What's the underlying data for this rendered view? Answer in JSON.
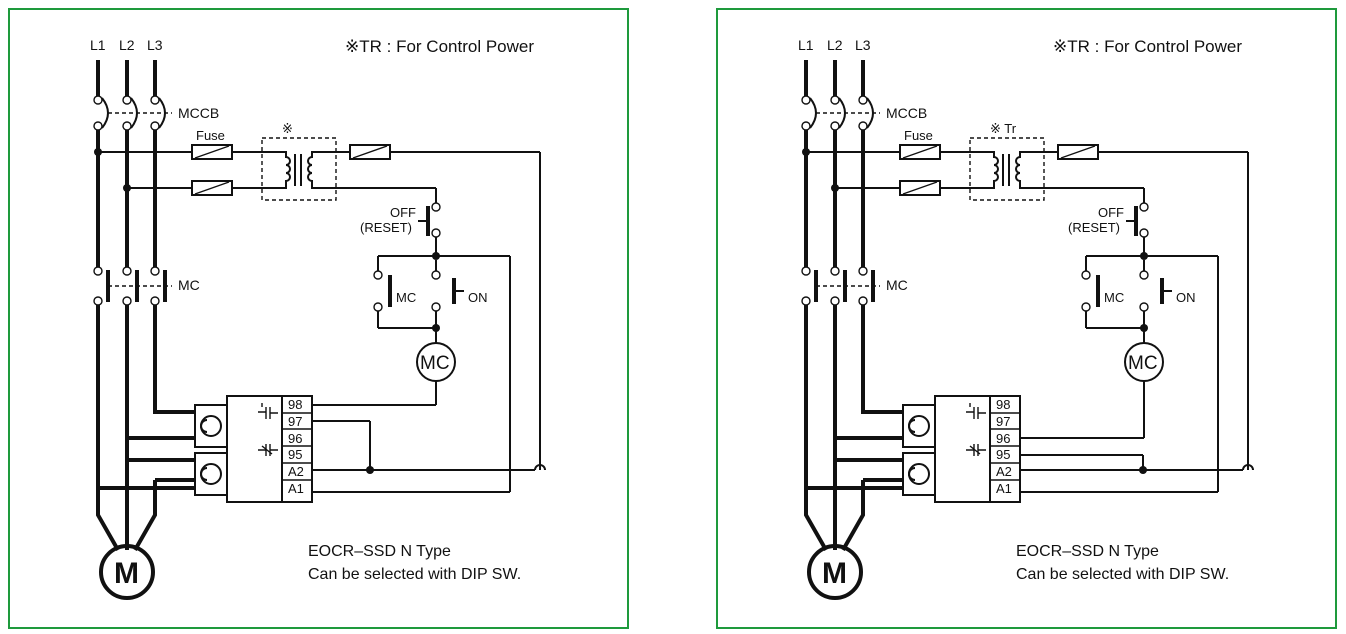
{
  "panels": [
    {
      "lines": [
        "L1",
        "L2",
        "L3"
      ],
      "note": "※TR : For Control Power",
      "mccb": "MCCB",
      "fuse": "Fuse",
      "transformer": "※",
      "off": "OFF",
      "reset": "(RESET)",
      "mc_contact": "MC",
      "on": "ON",
      "coil": "MC",
      "main_contact": "MC",
      "terminals": [
        "98",
        "97",
        "96",
        "95",
        "A2",
        "A1"
      ],
      "motor": "M",
      "caption1": "EOCR–SSD N Type",
      "caption2": "Can be selected with DIP SW."
    },
    {
      "lines": [
        "L1",
        "L2",
        "L3"
      ],
      "note": "※TR : For Control Power",
      "mccb": "MCCB",
      "fuse": "Fuse",
      "transformer": "※ Tr",
      "off": "OFF",
      "reset": "(RESET)",
      "mc_contact": "MC",
      "on": "ON",
      "coil": "MC",
      "main_contact": "MC",
      "terminals": [
        "98",
        "97",
        "96",
        "95",
        "A2",
        "A1"
      ],
      "motor": "M",
      "caption1": "EOCR–SSD N Type",
      "caption2": "Can be selected with DIP SW."
    }
  ],
  "colors": {
    "border": "#1e9a3c",
    "line": "#111111"
  }
}
